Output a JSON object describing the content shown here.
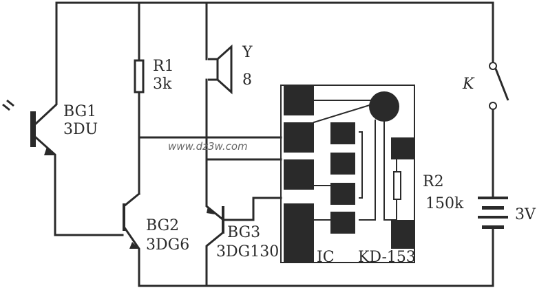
{
  "diagram": {
    "type": "circuit-schematic",
    "components": {
      "bg1": {
        "ref": "BG1",
        "value": "3DU"
      },
      "bg2": {
        "ref": "BG2",
        "value": "3DG6"
      },
      "bg3": {
        "ref": "BG3",
        "value": "3DG130"
      },
      "r1": {
        "ref": "R1",
        "value": "3k"
      },
      "r2": {
        "ref": "R2",
        "value": "150k"
      },
      "speaker": {
        "ref": "Y",
        "value": "8"
      },
      "switch": {
        "ref": "K"
      },
      "battery": {
        "value": "3V"
      },
      "ic": {
        "ref": "IC",
        "value": "KD-153"
      }
    },
    "watermark": "www.dz3w.com",
    "colors": {
      "line": "#2a2a2a",
      "background": "#ffffff",
      "watermark": "#666666"
    }
  }
}
